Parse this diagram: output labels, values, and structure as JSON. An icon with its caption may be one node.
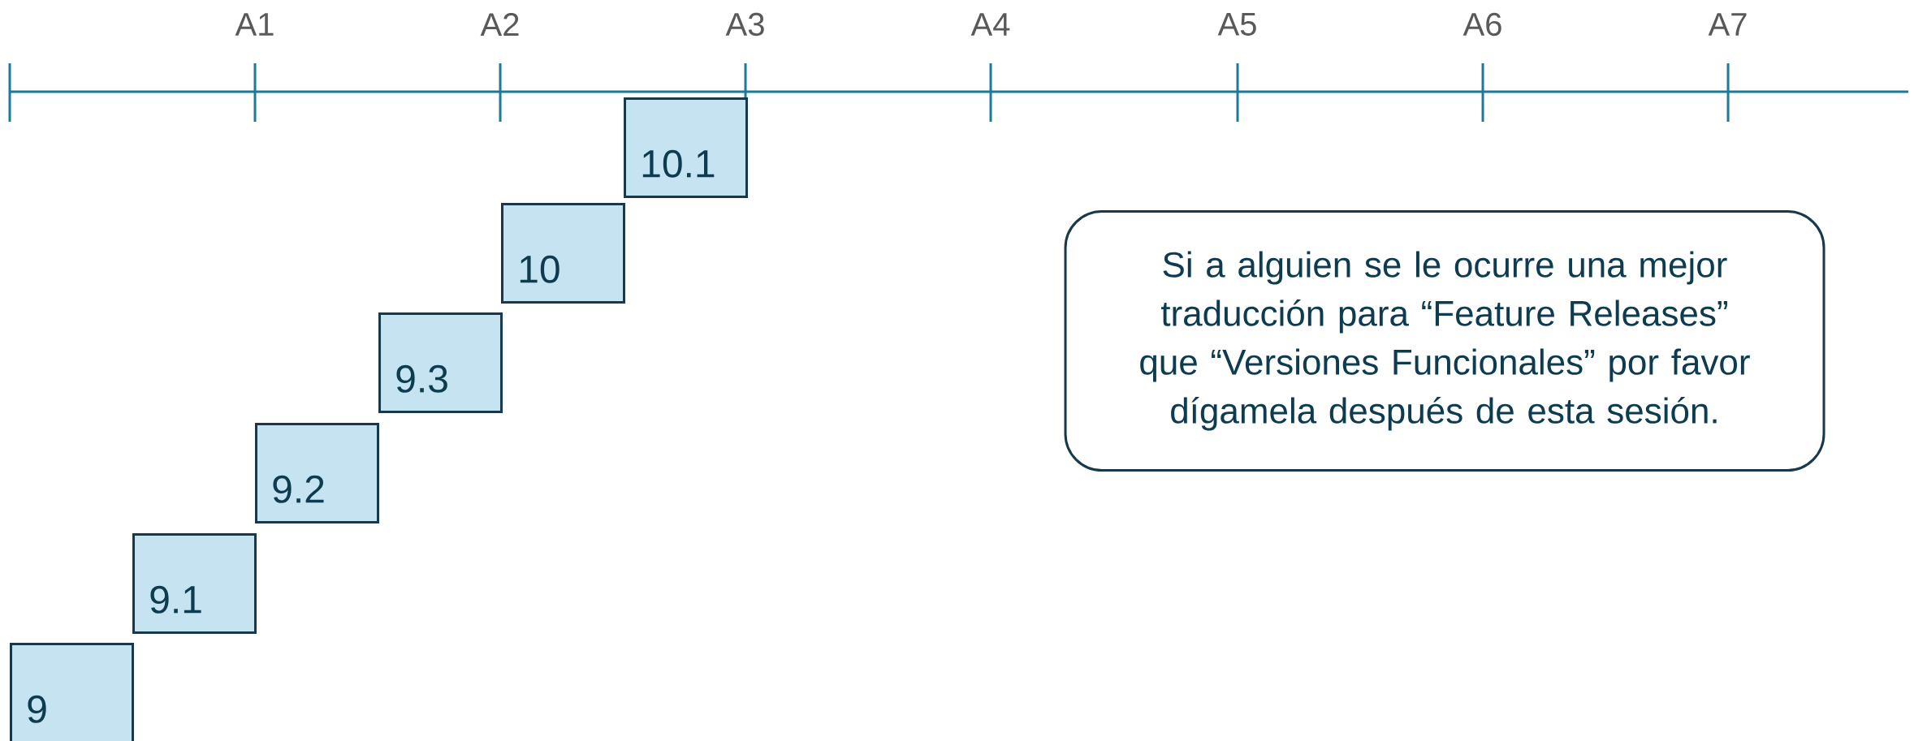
{
  "diagram": {
    "nodes": [
      {
        "text": [
          "9"
        ]
      },
      {
        "text": [
          "9.1"
        ]
      },
      {
        "text": [
          "9.2"
        ]
      },
      {
        "text": [
          "9.3"
        ]
      },
      {
        "text": [
          "10"
        ]
      },
      {
        "text": [
          "10.1"
        ]
      },
      {
        "text": [
          "Si a alguien se le ocurre una mejor traducción para “Feature Releases” que “Versiones Funcionales” por favor dígamela después de esta sesión."
        ]
      }
    ],
    "labels": [
      "A1",
      "A2",
      "A3",
      "A4",
      "A5",
      "A6",
      "A7"
    ]
  }
}
